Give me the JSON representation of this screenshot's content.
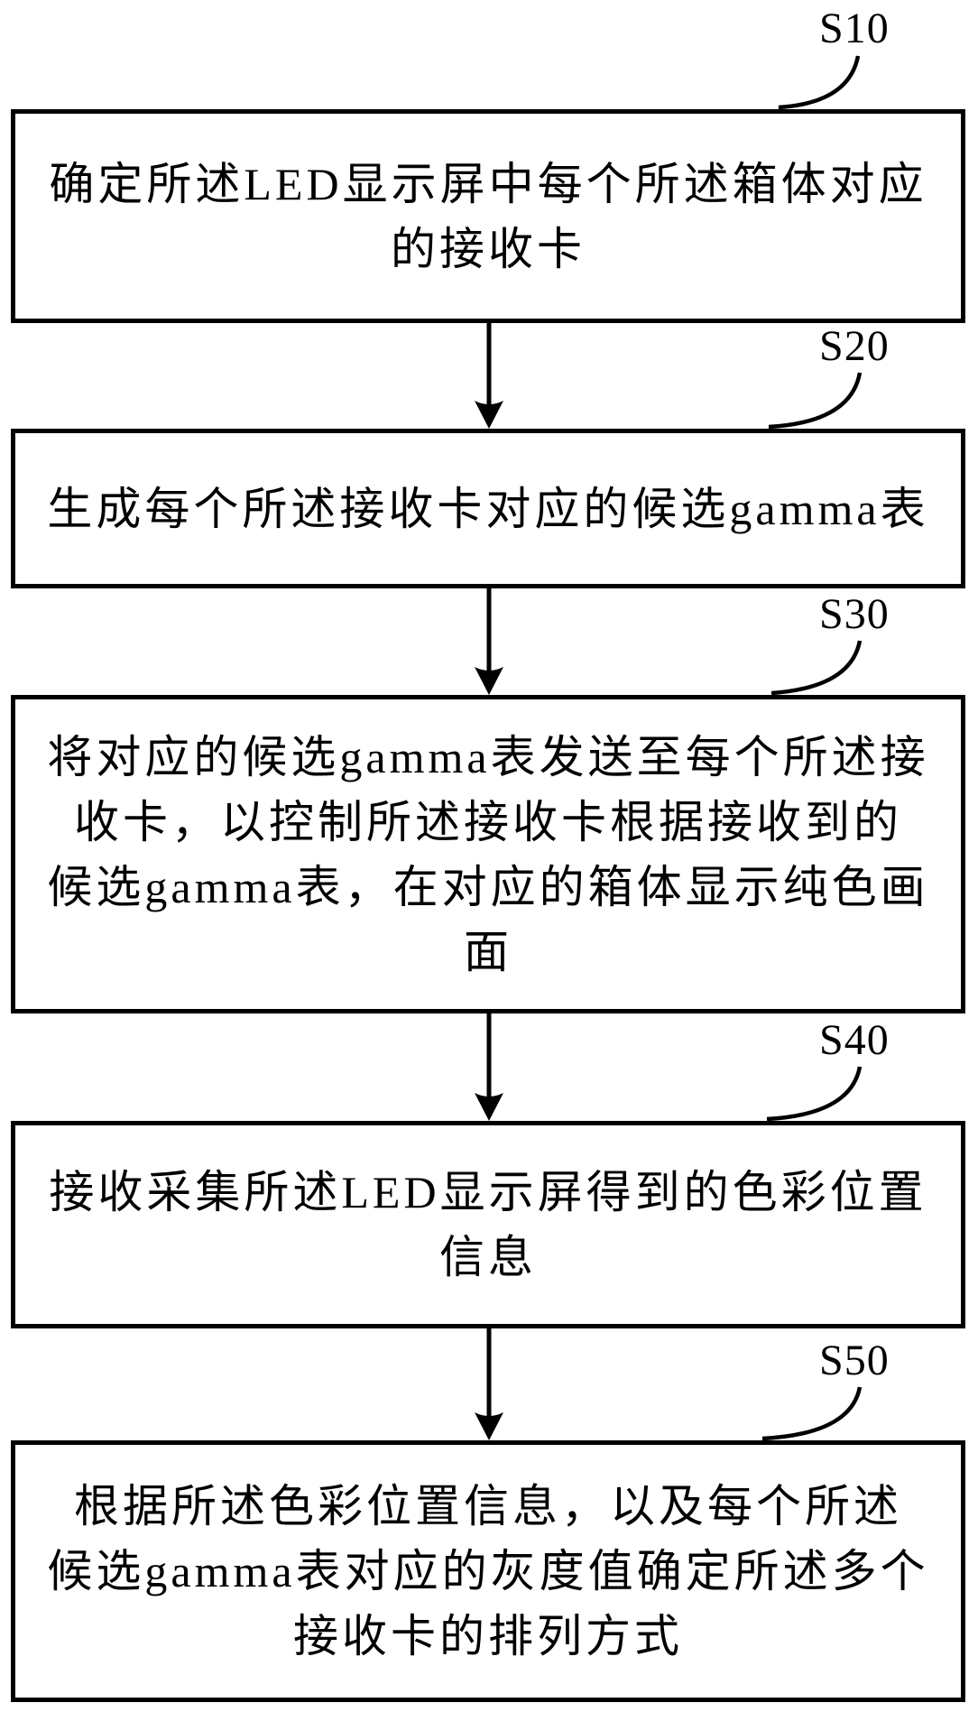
{
  "figure": {
    "colors": {
      "ink": "#000000",
      "background": "#ffffff"
    },
    "steps": [
      {
        "label": "S10",
        "lines": [
          "确定所述LED显示屏中每个所述箱体对应",
          "的接收卡"
        ]
      },
      {
        "label": "S20",
        "lines": [
          "生成每个所述接收卡对应的候选gamma表"
        ]
      },
      {
        "label": "S30",
        "lines": [
          "将对应的候选gamma表发送至每个所述接",
          "收卡，以控制所述接收卡根据接收到的",
          "候选gamma表，在对应的箱体显示纯色画",
          "面"
        ]
      },
      {
        "label": "S40",
        "lines": [
          "接收采集所述LED显示屏得到的色彩位置",
          "信息"
        ]
      },
      {
        "label": "S50",
        "lines": [
          "根据所述色彩位置信息，以及每个所述",
          "候选gamma表对应的灰度值确定所述多个",
          "接收卡的排列方式"
        ]
      }
    ]
  }
}
